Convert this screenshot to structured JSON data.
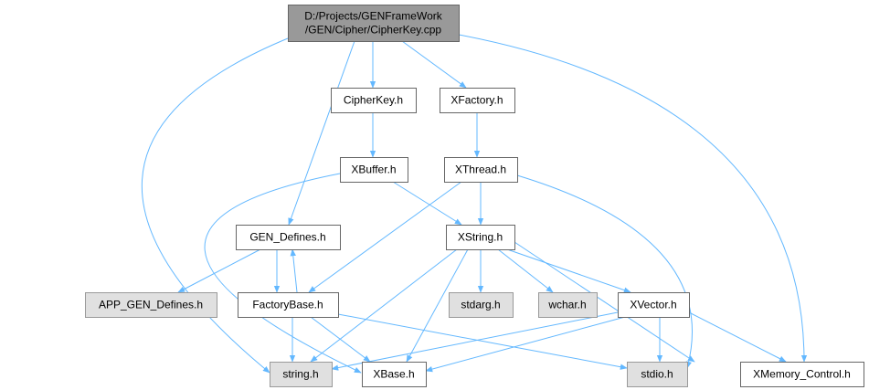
{
  "colors": {
    "edge": "#63b8ff",
    "root_fill": "#999999",
    "root_border": "#666666",
    "node_fill": "#ffffff",
    "node_border": "#666666",
    "external_fill": "#e0e0e0",
    "external_border": "#999999"
  },
  "nodes": [
    {
      "id": "root",
      "label_lines": [
        "D:/Projects/GENFrameWork",
        "/GEN/Cipher/CipherKey.cpp"
      ],
      "kind": "root"
    },
    {
      "id": "cipherkey",
      "label_lines": [
        "CipherKey.h"
      ],
      "kind": "normal"
    },
    {
      "id": "xfactory",
      "label_lines": [
        "XFactory.h"
      ],
      "kind": "normal"
    },
    {
      "id": "xbuffer",
      "label_lines": [
        "XBuffer.h"
      ],
      "kind": "normal"
    },
    {
      "id": "xthread",
      "label_lines": [
        "XThread.h"
      ],
      "kind": "normal"
    },
    {
      "id": "gendefines",
      "label_lines": [
        "GEN_Defines.h"
      ],
      "kind": "normal"
    },
    {
      "id": "xstring",
      "label_lines": [
        "XString.h"
      ],
      "kind": "normal"
    },
    {
      "id": "appgendefines",
      "label_lines": [
        "APP_GEN_Defines.h"
      ],
      "kind": "external"
    },
    {
      "id": "factorybase",
      "label_lines": [
        "FactoryBase.h"
      ],
      "kind": "normal"
    },
    {
      "id": "stdarg",
      "label_lines": [
        "stdarg.h"
      ],
      "kind": "external"
    },
    {
      "id": "wchar",
      "label_lines": [
        "wchar.h"
      ],
      "kind": "external"
    },
    {
      "id": "xvector",
      "label_lines": [
        "XVector.h"
      ],
      "kind": "normal"
    },
    {
      "id": "string",
      "label_lines": [
        "string.h"
      ],
      "kind": "external"
    },
    {
      "id": "xbase",
      "label_lines": [
        "XBase.h"
      ],
      "kind": "normal"
    },
    {
      "id": "stdio",
      "label_lines": [
        "stdio.h"
      ],
      "kind": "external"
    },
    {
      "id": "xmemory",
      "label_lines": [
        "XMemory_Control.h"
      ],
      "kind": "normal"
    }
  ],
  "edges": [
    {
      "from": "root",
      "to": "cipherkey"
    },
    {
      "from": "root",
      "to": "xfactory"
    },
    {
      "from": "root",
      "to": "gendefines"
    },
    {
      "from": "root",
      "to": "string"
    },
    {
      "from": "root",
      "to": "xmemory"
    },
    {
      "from": "cipherkey",
      "to": "xbuffer"
    },
    {
      "from": "xfactory",
      "to": "xthread"
    },
    {
      "from": "xbuffer",
      "to": "xstring"
    },
    {
      "from": "xbuffer",
      "to": "xbase"
    },
    {
      "from": "xthread",
      "to": "xstring"
    },
    {
      "from": "xthread",
      "to": "factorybase"
    },
    {
      "from": "xthread",
      "to": "stdio"
    },
    {
      "from": "gendefines",
      "to": "appgendefines"
    },
    {
      "from": "gendefines",
      "to": "factorybase"
    },
    {
      "from": "factorybase",
      "to": "gendefines"
    },
    {
      "from": "factorybase",
      "to": "string"
    },
    {
      "from": "factorybase",
      "to": "xbase"
    },
    {
      "from": "factorybase",
      "to": "stdio"
    },
    {
      "from": "xstring",
      "to": "stdarg"
    },
    {
      "from": "xstring",
      "to": "wchar"
    },
    {
      "from": "xstring",
      "to": "xvector"
    },
    {
      "from": "xstring",
      "to": "string"
    },
    {
      "from": "xstring",
      "to": "xbase"
    },
    {
      "from": "xstring",
      "to": "stdio"
    },
    {
      "from": "xvector",
      "to": "string"
    },
    {
      "from": "xvector",
      "to": "xbase"
    },
    {
      "from": "xvector",
      "to": "stdio"
    },
    {
      "from": "xvector",
      "to": "xmemory"
    }
  ]
}
